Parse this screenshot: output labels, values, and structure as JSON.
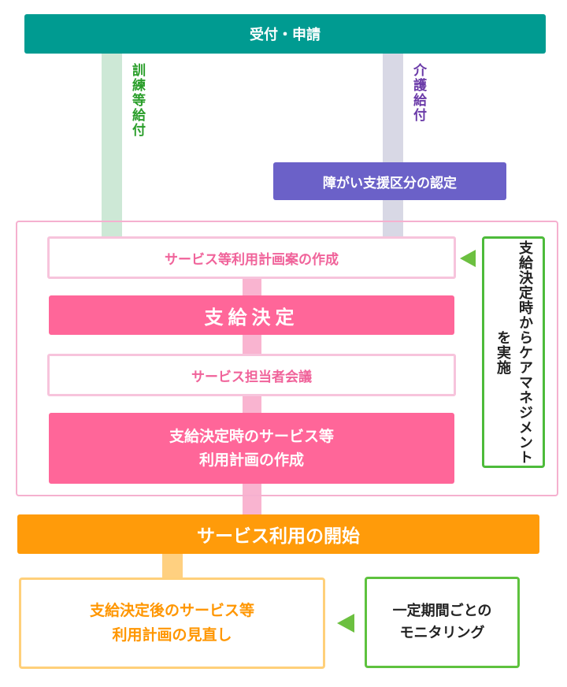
{
  "top": {
    "label": "受付・申請"
  },
  "branches": {
    "training": "訓練等給付",
    "care": "介護給付"
  },
  "classification": "障がい支援区分の認定",
  "steps": {
    "plan_draft": "サービス等利用計画案の作成",
    "decision": "支給決定",
    "staff_meeting": "サービス担当者会議",
    "plan_at_decision_line1": "支給決定時のサービス等",
    "plan_at_decision_line2": "利用計画の作成",
    "start": "サービス利用の開始",
    "review_line1": "支給決定後のサービス等",
    "review_line2": "利用計画の見直し"
  },
  "side_notes": {
    "care_management": "支給決定時からケアマネジメントを実施",
    "monitoring_line1": "一定期間ごとの",
    "monitoring_line2": "モニタリング"
  },
  "colors": {
    "teal": "#009b91",
    "purple": "#6b61c8",
    "pink": "#ff6699",
    "orange": "#ff9b0a",
    "green": "#4dbb3a"
  }
}
